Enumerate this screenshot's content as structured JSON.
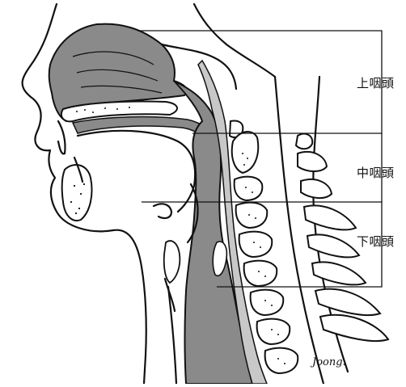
{
  "labels": {
    "upper": "上咽頭",
    "middle": "中咽頭",
    "lower": "下咽頭"
  },
  "signature": "Joong.",
  "colors": {
    "shade": "#8a8a8a",
    "light_shade": "#b5b5b5",
    "ink": "#111111",
    "bone": "#ffffff"
  }
}
